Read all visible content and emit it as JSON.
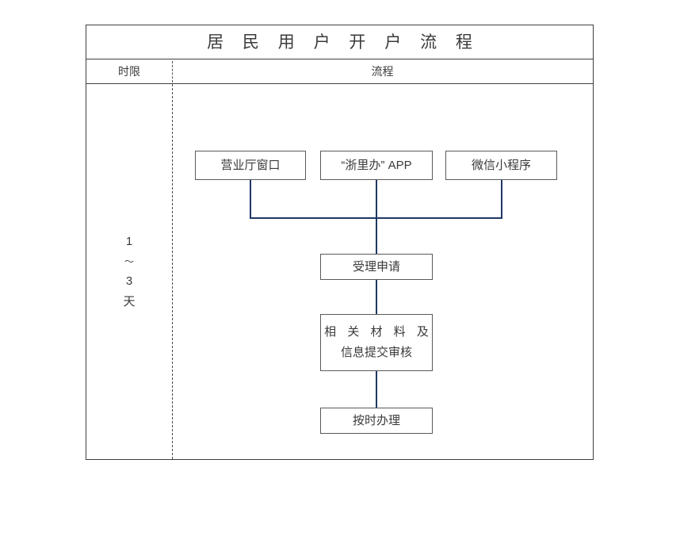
{
  "document": {
    "title": "居 民 用 户 开 户 流 程"
  },
  "table": {
    "headers": {
      "time_limit": "时限",
      "flow": "流程"
    }
  },
  "time_limit": {
    "lines": [
      "1",
      "～",
      "3",
      "天"
    ]
  },
  "flow": {
    "channels": [
      {
        "label": "营业厅窗口"
      },
      {
        "label": "“浙里办” APP"
      },
      {
        "label": "微信小程序"
      }
    ],
    "steps": [
      {
        "label": "受理申请"
      },
      {
        "line1": "相 关 材 料 及",
        "line2": "信息提交审核"
      },
      {
        "label": "按时办理"
      }
    ]
  },
  "colors": {
    "connector": "#1F3864",
    "node_border": "#5A5A5A",
    "table_border": "#3F3F3F",
    "text": "#3A3A3A",
    "background": "#FFFFFF"
  }
}
